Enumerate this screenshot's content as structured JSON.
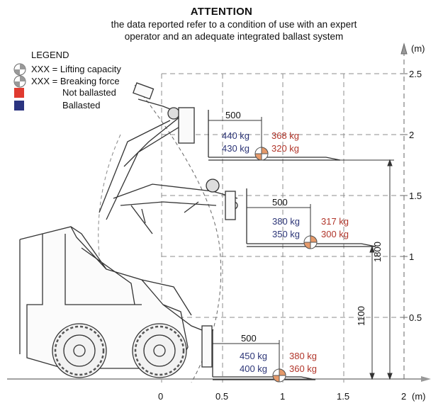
{
  "header": {
    "title": "ATTENTION",
    "line1": "the data reported refer to a condition of use with an expert",
    "line2": "operator and an adequate integrated ballast system"
  },
  "legend": {
    "title": "LEGEND",
    "items": [
      {
        "symbol": "XXX",
        "text": "= Lifting capacity"
      },
      {
        "symbol": "XXX",
        "text": "= Breaking force"
      },
      {
        "text": "Not ballasted",
        "color": "#e03a2f"
      },
      {
        "text": "Ballasted",
        "color": "#2b3480"
      }
    ]
  },
  "axes": {
    "x_ticks": [
      "0",
      "0.5",
      "1",
      "1.5",
      "2"
    ],
    "x_unit": "(m)",
    "y_ticks": [
      "0.5",
      "1",
      "1.5",
      "2",
      "2.5"
    ],
    "y_unit": "(m)"
  },
  "positions": [
    {
      "offset": "500",
      "ballasted_lift": "440 kg",
      "ballasted_break": "430 kg",
      "unballasted_lift": "368 kg",
      "unballasted_break": "320 kg"
    },
    {
      "offset": "500",
      "ballasted_lift": "380 kg",
      "ballasted_break": "350 kg",
      "unballasted_lift": "317 kg",
      "unballasted_break": "300 kg"
    },
    {
      "offset": "500",
      "ballasted_lift": "450 kg",
      "ballasted_break": "400 kg",
      "unballasted_lift": "380 kg",
      "unballasted_break": "360 kg"
    }
  ],
  "heights": {
    "high": "1800",
    "mid": "1100"
  },
  "colors": {
    "red": "#b1352a",
    "blue": "#2c3577",
    "grid": "#9a9a9a",
    "machine": "#333333"
  }
}
